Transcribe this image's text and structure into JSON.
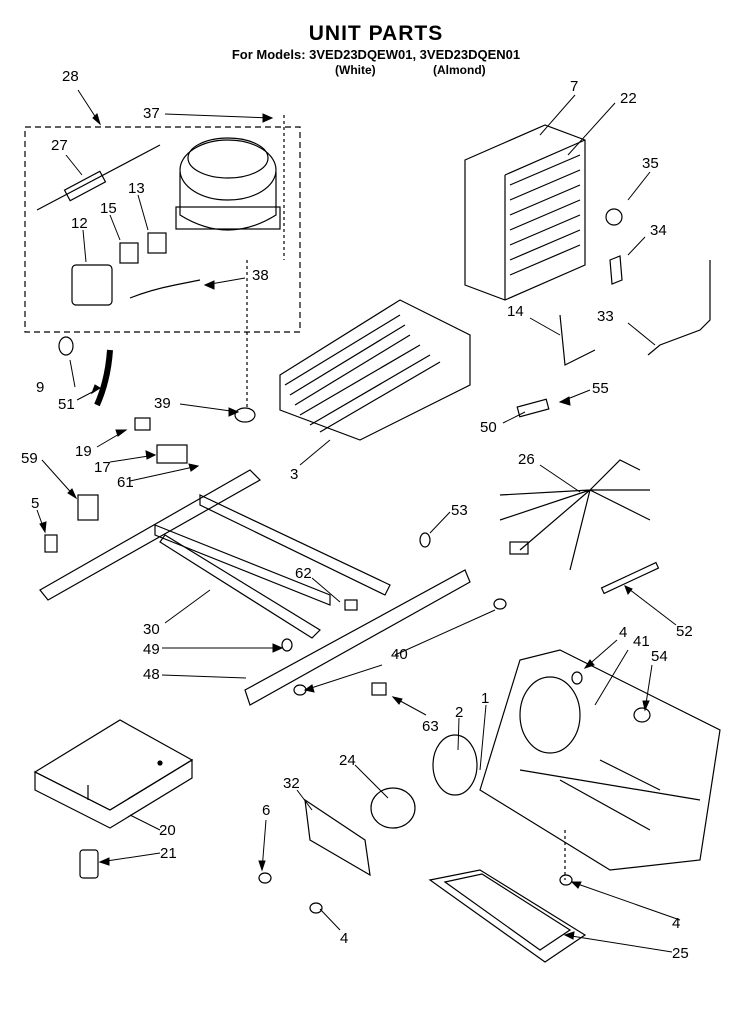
{
  "header": {
    "title": "UNIT PARTS",
    "models": "For Models: 3VED23DQEW01, 3VED23DQEN01",
    "sub_white": "(White)",
    "sub_almond": "(Almond)"
  },
  "callouts": {
    "c28": "28",
    "c37": "37",
    "c27": "27",
    "c13": "13",
    "c15": "15",
    "c12": "12",
    "c38": "38",
    "c7": "7",
    "c22": "22",
    "c35": "35",
    "c34": "34",
    "c14": "14",
    "c33": "33",
    "c55": "55",
    "c50": "50",
    "c26": "26",
    "c9": "9",
    "c51": "51",
    "c39": "39",
    "c3": "3",
    "c19": "19",
    "c17": "17",
    "c61": "61",
    "c59": "59",
    "c5": "5",
    "c53": "53",
    "c62": "62",
    "c30": "30",
    "c52": "52",
    "c49": "49",
    "c40": "40",
    "c48": "48",
    "c4a": "4",
    "c41": "41",
    "c54": "54",
    "c63": "63",
    "c2": "2",
    "c1": "1",
    "c24": "24",
    "c32": "32",
    "c6": "6",
    "c20": "20",
    "c21": "21",
    "c4b": "4",
    "c4c": "4",
    "c25": "25"
  }
}
